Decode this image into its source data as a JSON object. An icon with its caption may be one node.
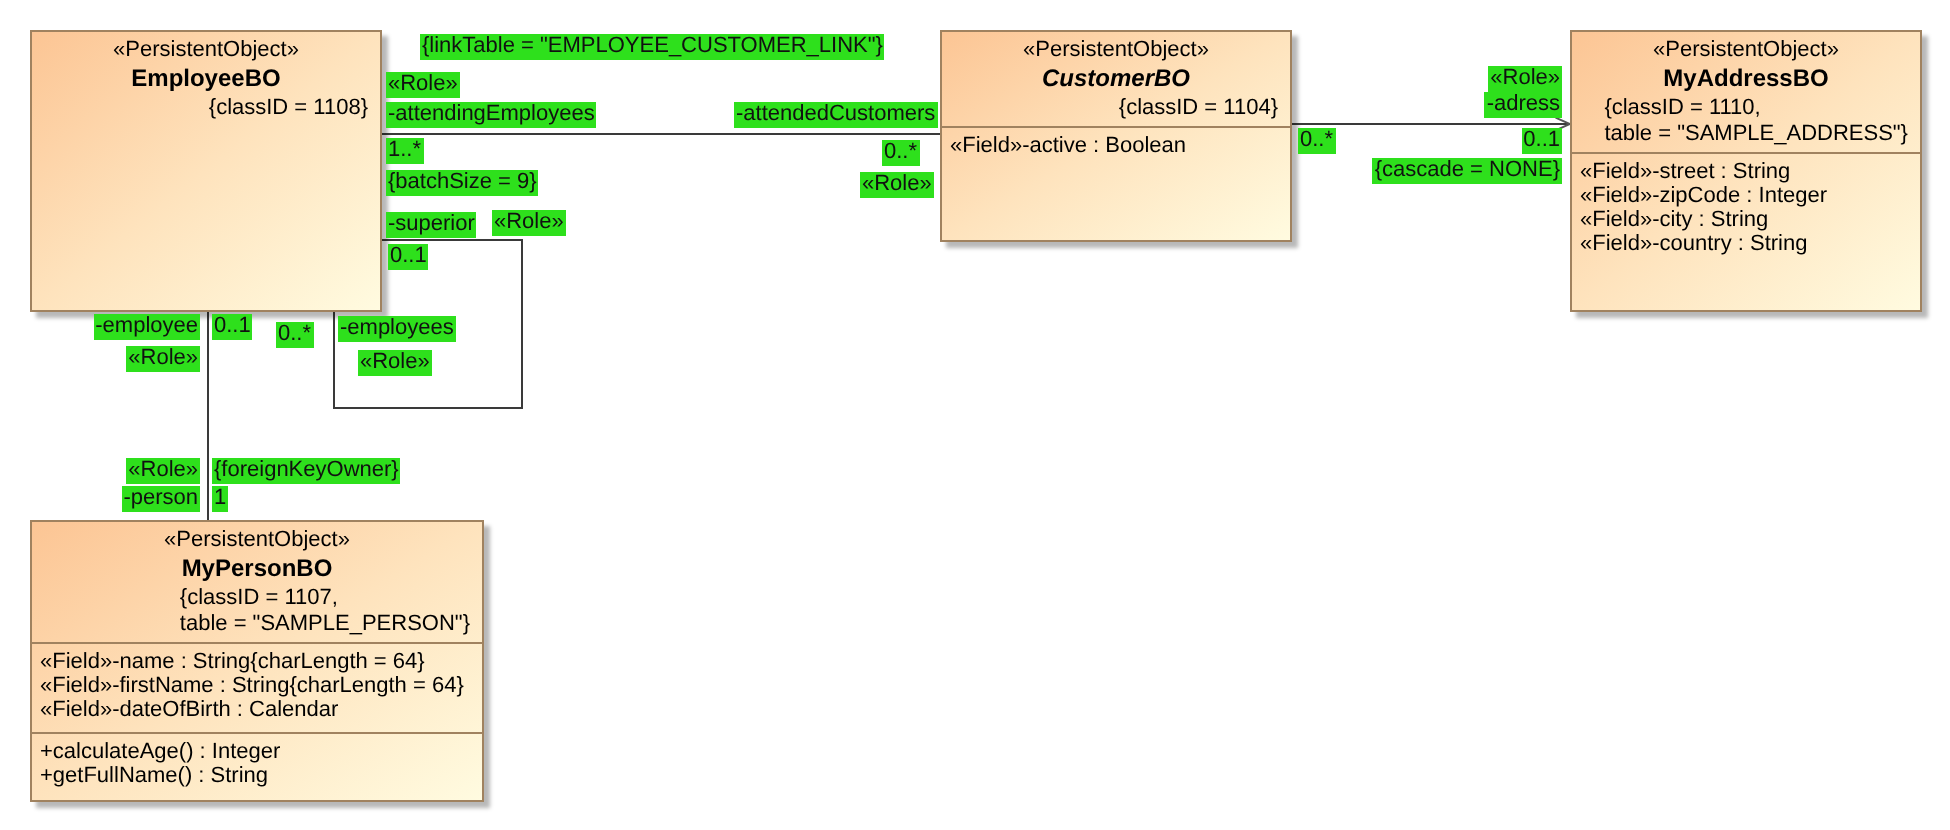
{
  "diagram": {
    "nodes": [
      {
        "text": [
          "«PersistentObject»",
          "EmployeeBO",
          "{classID = 1108}"
        ]
      },
      {
        "text": [
          "«PersistentObject»",
          "CustomerBO",
          "{classID = 1104}",
          "«Field»-active : Boolean"
        ]
      },
      {
        "text": [
          "«PersistentObject»",
          "MyAddressBO",
          "{classID = 1110, table = \"SAMPLE_ADDRESS\"}",
          "«Field»-street : String",
          "«Field»-zipCode : Integer",
          "«Field»-city : String",
          "«Field»-country : String"
        ]
      },
      {
        "text": [
          "«PersistentObject»",
          "MyPersonBO",
          "{classID = 1107, table = \"SAMPLE_PERSON\"}",
          "«Field»-name : String{charLength = 64}",
          "«Field»-firstName : String{charLength = 64}",
          "«Field»-dateOfBirth : Calendar",
          "+calculateAge() : Integer",
          "+getFullName() : String"
        ]
      }
    ],
    "edges": [
      {
        "from": 0,
        "to": 1,
        "arrow": "none"
      },
      {
        "from": 1,
        "to": 2,
        "arrow": "to"
      },
      {
        "from": 0,
        "to": 0,
        "arrow": "none"
      },
      {
        "from": 0,
        "to": 3,
        "arrow": "none"
      }
    ],
    "labels": [
      "{linkTable = \"EMPLOYEE_CUSTOMER_LINK\"}",
      "«Role»",
      "«Role»",
      "-attendingEmployees",
      "-attendedCustomers",
      "-adress",
      "1..*",
      "0..*",
      "0..*",
      "0..1",
      "{batchSize = 9}",
      "«Role»",
      "{cascade = NONE}",
      "-superior",
      "«Role»",
      "0..1",
      "-employee",
      "0..1",
      "0..*",
      "-employees",
      "«Role»",
      "«Role»",
      "«Role»",
      "{foreignKeyOwner}",
      "-person",
      "1"
    ]
  }
}
